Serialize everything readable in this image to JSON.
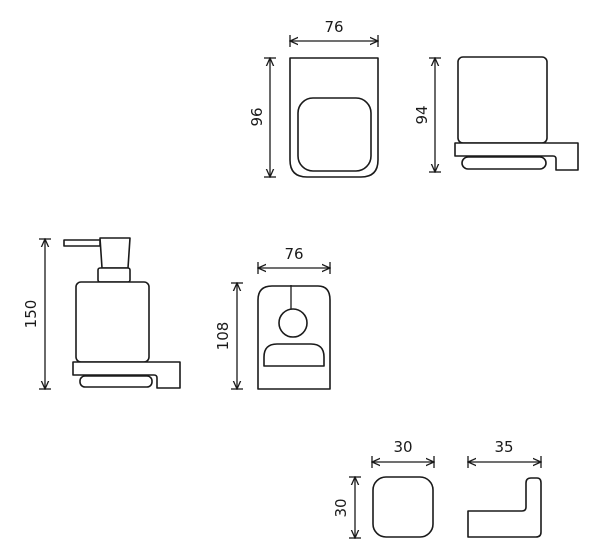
{
  "dimensions": {
    "glass_holder_front_width": "76",
    "glass_holder_front_height": "96",
    "glass_holder_side_height": "94",
    "soap_dispenser_height": "150",
    "towel_hook_round_width": "76",
    "towel_hook_round_height": "108",
    "small_hook_front_width": "30",
    "small_hook_front_height": "30",
    "small_hook_side_depth": "35"
  },
  "colors": {
    "line": "#1a1a1a",
    "background": "#ffffff"
  }
}
